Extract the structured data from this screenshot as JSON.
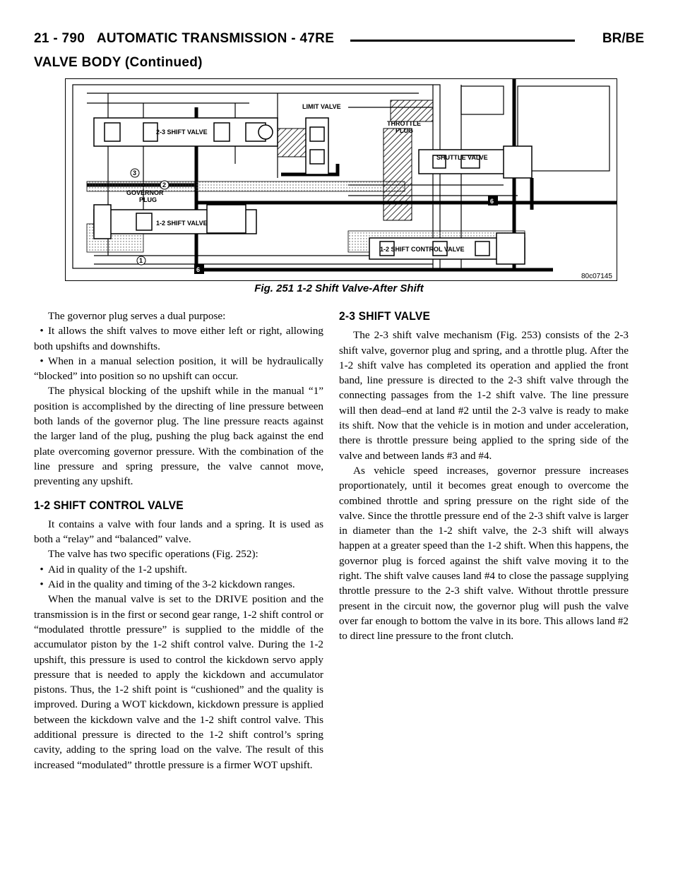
{
  "header": {
    "page_ref": "21 - 790",
    "section": "AUTOMATIC TRANSMISSION - 47RE",
    "model": "BR/BE"
  },
  "section_title": "VALVE BODY (Continued)",
  "figure": {
    "caption": "Fig. 251 1-2 Shift Valve-After Shift",
    "id": "80c07145",
    "labels": {
      "limit_valve": "LIMIT VALVE",
      "shift_23": "2-3 SHIFT VALVE",
      "throttle": "THROTTLE",
      "plug": "PLUG",
      "shuttle": "SHUTTLE VALVE",
      "governor": "GOVERNOR",
      "governor_plug": "PLUG",
      "shift_12": "1-2 SHIFT VALVE",
      "shift_12_control": "1-2 SHIFT CONTROL VALVE",
      "c1": "1",
      "c2": "2",
      "c3": "3",
      "c6a": "6",
      "c6b": "6"
    }
  },
  "left_column": {
    "p1": "The governor plug serves a dual purpose:",
    "b1_bullet": "•",
    "b1": "It allows the shift valves to move either left or right, allowing both upshifts and downshifts.",
    "b2_bullet": "•",
    "b2": "When in a manual selection position, it will be hydraulically “blocked” into position so no upshift can occur.",
    "p2": "The physical blocking of the upshift while in the manual “1” position is accomplished by the directing of line pressure between both lands of the governor plug. The line pressure reacts against the larger land of the plug, pushing the plug back against the end plate overcoming governor pressure. With the combination of the line pressure and spring pressure, the valve cannot move, preventing any upshift.",
    "h1": "1-2 SHIFT CONTROL VALVE",
    "p3": "It contains a valve with four lands and a spring. It is used as both a “relay” and “balanced” valve.",
    "p4": "The valve has two specific operations (Fig. 252):",
    "b3_bullet": "•",
    "b3": "Aid in quality of the 1-2 upshift.",
    "b4_bullet": "•",
    "b4": "Aid in the quality and timing of the 3-2 kickdown ranges.",
    "p5": "When the manual valve is set to the DRIVE position and the transmission is in the first or second gear range, 1-2 shift control or “modulated throttle pressure” is supplied to the middle of the accumulator piston by the 1-2 shift control valve. During the 1-2 upshift, this pressure is used to control the kickdown servo apply pressure that is needed to apply the kickdown and accumulator pistons. Thus, the 1-2 shift point is “cushioned” and the quality is improved. During a WOT kickdown, kickdown pressure is applied between the kickdown valve and the 1-2 shift control valve. This additional pressure is directed to the 1-2 shift control’s spring cavity, adding to the spring load on the valve. The result of this increased “modulated” throttle pressure is a firmer WOT upshift."
  },
  "right_column": {
    "h2": "2-3 SHIFT VALVE",
    "p6": "The 2-3 shift valve mechanism (Fig. 253) consists of the 2-3 shift valve, governor plug and spring, and a throttle plug. After the 1-2 shift valve has completed its operation and applied the front band, line pressure is directed to the 2-3 shift valve through the connecting passages from the 1-2 shift valve. The line pressure will then dead–end at land #2 until the 2-3 valve is ready to make its shift. Now that the vehicle is in motion and under acceleration, there is throttle pressure being applied to the spring side of the valve and between lands #3 and #4.",
    "p7": "As vehicle speed increases, governor pressure increases proportionately, until it becomes great enough to overcome the combined throttle and spring pressure on the right side of the valve. Since the throttle pressure end of the 2-3 shift valve is larger in diameter than the 1-2 shift valve, the 2-3 shift will always happen at a greater speed than the 1-2 shift. When this happens, the governor plug is forced against the shift valve moving it to the right. The shift valve causes land #4 to close the passage supplying throttle pressure to the 2-3 shift valve. Without throttle pressure present in the circuit now, the governor plug will push the valve over far enough to bottom the valve in its bore. This allows land #2 to direct line pressure to the front clutch."
  }
}
